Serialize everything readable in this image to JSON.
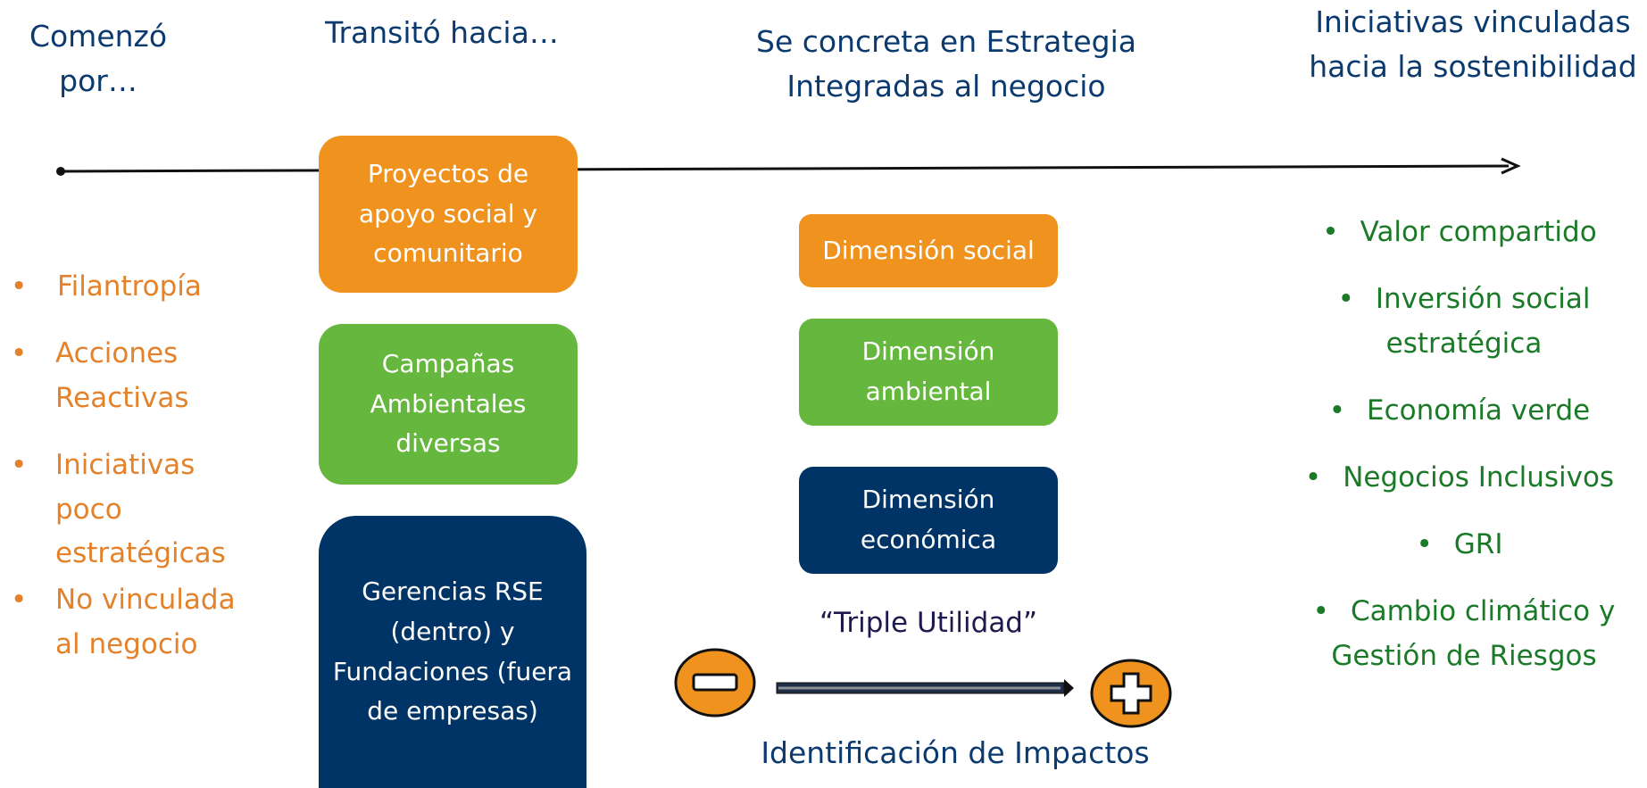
{
  "headers": {
    "col1": "Comenzó por…",
    "col2": "Transitó hacia…",
    "col3": "Se concreta en Estrategia Integradas al negocio",
    "col4": "Iniciativas vinculadas hacia la sostenibilidad"
  },
  "started": [
    "Filantropía",
    "Acciones Reactivas",
    "Iniciativas poco estratégicas",
    "No vinculada al negocio"
  ],
  "transit": [
    "Proyectos de apoyo social y comunitario",
    "Campañas Ambientales diversas",
    "Gerencias RSE (dentro) y Fundaciones (fuera de empresas)"
  ],
  "dimensions": [
    "Dimensión social",
    "Dimensión ambiental",
    "Dimensión económica"
  ],
  "triple": "“Triple Utilidad”",
  "impacts": "Identificación de Impactos",
  "initiatives": [
    "Valor compartido",
    "Inversión social estratégica",
    "Economía verde",
    "Negocios Inclusivos",
    "GRI",
    "Cambio climático y Gestión de  Riesgos"
  ],
  "bullet": "•",
  "colors": {
    "orange": "#ef921e",
    "green": "#66b73d",
    "navy": "#013466",
    "header_blue": "#0b3a6e",
    "list_orange": "#e3822b",
    "list_green": "#1b7a28"
  },
  "icons": [
    "minus-circle-icon",
    "plus-circle-icon"
  ]
}
